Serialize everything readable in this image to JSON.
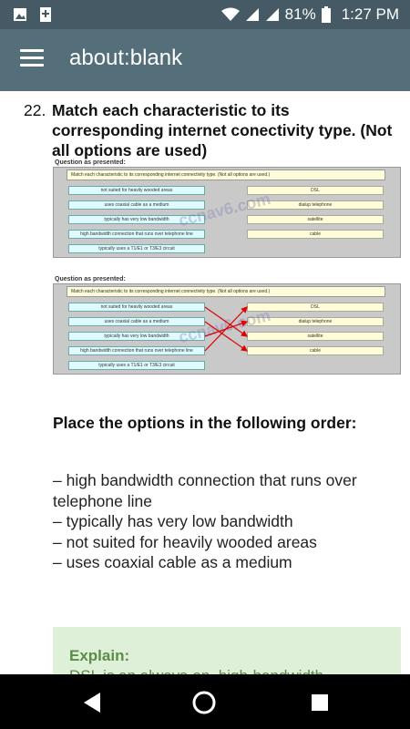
{
  "status_bar": {
    "battery": "81%",
    "time": "1:27 PM"
  },
  "app_bar": {
    "title": "about:blank"
  },
  "question": {
    "number": "22.",
    "text": "Match each characteristic to its corresponding internet conectivity type. (Not all options are used)"
  },
  "screenshots": [
    {
      "label": "Question as presented:",
      "instruction": "Match each characteristic to its corresponding internet connectivity type. (Not all options are used.)",
      "options": [
        "not suited for heavily wooded areas",
        "uses coaxial cable as a medium",
        "typically has very low bandwidth",
        "high bandwidth connection that runs over telephone line",
        "typically uses a T1/E1 or T3/E3 circuit"
      ],
      "targets": [
        "DSL",
        "dialup telephone",
        "satellite",
        "cable"
      ],
      "watermark": "ccnav6.com"
    },
    {
      "label": "Question as presented:",
      "instruction": "Match each characteristic to its corresponding internet connectivity type. (Not all options are used.)",
      "options": [
        "not suited for heavily wooded areas",
        "uses coaxial cable as a medium",
        "typically has very low bandwidth",
        "high bandwidth connection that runs over telephone line",
        "typically uses a T1/E1 or T3/E3 circuit"
      ],
      "targets": [
        "DSL",
        "dialup telephone",
        "satellite",
        "cable"
      ],
      "watermark": "ccnav6.com"
    }
  ],
  "answer": {
    "heading": "Place the options in the following order:",
    "items": [
      "– high bandwidth connection that runs over telephone line",
      "– typically has very low bandwidth",
      "– not suited for heavily wooded areas",
      "– uses coaxial cable as a medium"
    ]
  },
  "explain": {
    "title": "Explain:",
    "text": "DSL is an always-on, high-bandwidth"
  },
  "colors": {
    "status_bar": "#455a64",
    "app_bar": "#546e7a",
    "explain_bg": "#dff0d8",
    "explain_text": "#5b8c4a",
    "arrow": "#e00000"
  }
}
